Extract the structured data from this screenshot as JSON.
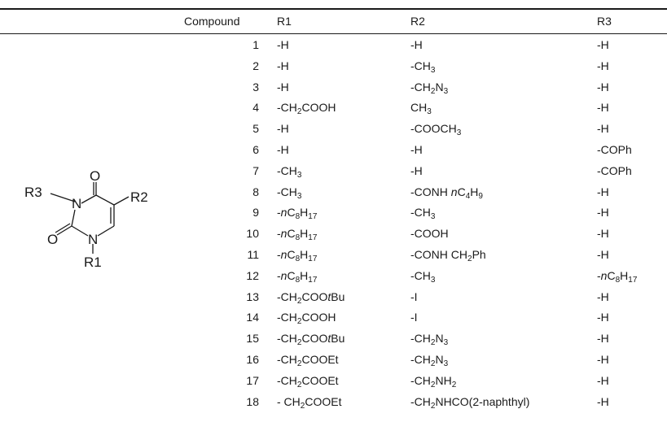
{
  "table": {
    "headers": {
      "compound": "Compound",
      "r1": "R1",
      "r2": "R2",
      "r3": "R3"
    },
    "rows": [
      {
        "compound": "1",
        "r1": "-H",
        "r2": "-H",
        "r3": "-H"
      },
      {
        "compound": "2",
        "r1": "-H",
        "r2": "-CH<sub>3</sub>",
        "r3": "-H"
      },
      {
        "compound": "3",
        "r1": "-H",
        "r2": "-CH<sub>2</sub>N<sub>3</sub>",
        "r3": "-H"
      },
      {
        "compound": "4",
        "r1": "-CH<sub>2</sub>COOH",
        "r2": "CH<sub>3</sub>",
        "r3": "-H"
      },
      {
        "compound": "5",
        "r1": "-H",
        "r2": "-COOCH<sub>3</sub>",
        "r3": "-H"
      },
      {
        "compound": "6",
        "r1": "-H",
        "r2": "-H",
        "r3": "-COPh"
      },
      {
        "compound": "7",
        "r1": "-CH<sub>3</sub>",
        "r2": "-H",
        "r3": "-COPh"
      },
      {
        "compound": "8",
        "r1": "-CH<sub>3</sub>",
        "r2": "-CONH <i>n</i>C<sub>4</sub>H<sub>9</sub>",
        "r3": "-H"
      },
      {
        "compound": "9",
        "r1": "-<i>n</i>C<sub>8</sub>H<sub>17</sub>",
        "r2": "-CH<sub>3</sub>",
        "r3": "-H"
      },
      {
        "compound": "10",
        "r1": "-<i>n</i>C<sub>8</sub>H<sub>17</sub>",
        "r2": "-COOH",
        "r3": "-H"
      },
      {
        "compound": "11",
        "r1": "-<i>n</i>C<sub>8</sub>H<sub>17</sub>",
        "r2": "-CONH CH<sub>2</sub>Ph",
        "r3": "-H"
      },
      {
        "compound": "12",
        "r1": "-<i>n</i>C<sub>8</sub>H<sub>17</sub>",
        "r2": "-CH<sub>3</sub>",
        "r3": "-<i>n</i>C<sub>8</sub>H<sub>17</sub>"
      },
      {
        "compound": "13",
        "r1": "-CH<sub>2</sub>COO<i>t</i>Bu",
        "r2": "-I",
        "r3": "-H"
      },
      {
        "compound": "14",
        "r1": "-CH<sub>2</sub>COOH",
        "r2": "-I",
        "r3": "-H"
      },
      {
        "compound": "15",
        "r1": "-CH<sub>2</sub>COO<i>t</i>Bu",
        "r2": "-CH<sub>2</sub>N<sub>3</sub>",
        "r3": "-H"
      },
      {
        "compound": "16",
        "r1": "-CH<sub>2</sub>COOEt",
        "r2": "-CH<sub>2</sub>N<sub>3</sub>",
        "r3": "-H"
      },
      {
        "compound": "17",
        "r1": "-CH<sub>2</sub>COOEt",
        "r2": "-CH<sub>2</sub>NH<sub>2</sub>",
        "r3": "-H"
      },
      {
        "compound": "18",
        "r1": "- CH<sub>2</sub>COOEt",
        "r2": "-CH<sub>2</sub>NHCO(2-naphthyl)",
        "r3": "-H"
      }
    ]
  },
  "structure": {
    "labels": {
      "r3": "R3",
      "r2": "R2",
      "r1": "R1",
      "n3": "N",
      "n1": "N",
      "o4": "O",
      "o2": "O"
    }
  }
}
